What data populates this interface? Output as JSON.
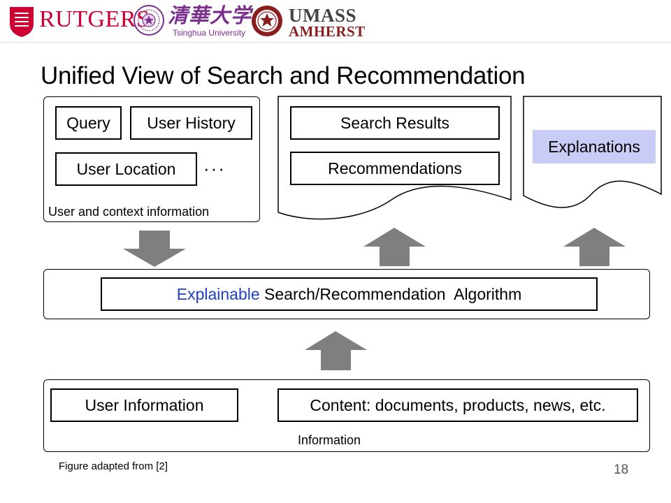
{
  "header": {
    "rutgers_logo_text": "RUTGERS",
    "tsinghua_logo_text_cn": "清華大学",
    "tsinghua_logo_text_en": "Tsinghua University",
    "umass_line1": "UMASS",
    "umass_line2": "AMHERST",
    "brand_colors": {
      "rutgers": "#cc0033",
      "tsinghua": "#7b2f8e",
      "umass": "#8a1d1d"
    }
  },
  "title": "Unified View of Search and Recommendation",
  "context_panel": {
    "query": "Query",
    "user_history": "User History",
    "user_location": "User Location",
    "more": "···",
    "caption": "User and context information"
  },
  "results_panel": {
    "search_results": "Search Results",
    "recommendations": "Recommendations"
  },
  "explanations_panel": {
    "label": "Explanations",
    "highlight_color": "#c9cdf5"
  },
  "algorithm": {
    "accent_word": "Explainable",
    "rest": " Search/Recommendation  Algorithm",
    "accent_color": "#1f3fc8"
  },
  "information_panel": {
    "user_information": "User Information",
    "content": "Content: documents, products, news, etc.",
    "caption": "Information"
  },
  "arrows": {
    "color": "#7f7f7f",
    "icons": [
      "arrow-down-icon",
      "arrow-up-icon",
      "arrow-up-icon",
      "arrow-up-icon"
    ]
  },
  "footer": {
    "note": "Figure adapted from [2]",
    "page_number": "18"
  }
}
